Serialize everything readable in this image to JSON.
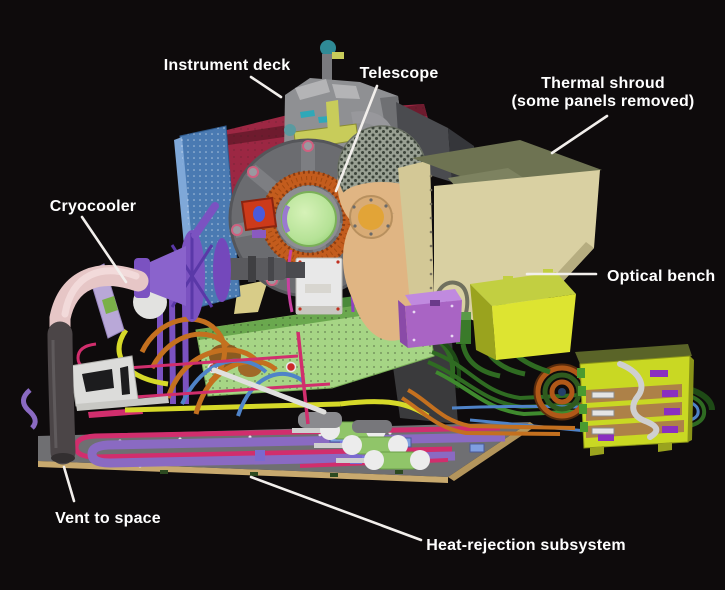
{
  "figure": {
    "description": "Cutaway CAD illustration of a cryogenically cooled space instrument assembly with callout labels",
    "background": "#0e0b0c"
  },
  "labels": {
    "instrument_deck": {
      "text": "Instrument deck"
    },
    "telescope": {
      "text": "Telescope"
    },
    "thermal_shroud": {
      "line1": "Thermal shroud",
      "line2": "(some panels removed)"
    },
    "cryocooler": {
      "text": "Cryocooler"
    },
    "optical_bench": {
      "text": "Optical bench"
    },
    "vent_to_space": {
      "text": "Vent to space"
    },
    "heat_rejection": {
      "text": "Heat-rejection subsystem"
    }
  },
  "colors": {
    "label_text": "#ffffff",
    "leader_line": "#f2efec",
    "background": "#0e0b0c",
    "thermal_shroud_face": "#d9d0a2",
    "thermal_shroud_top": "#6e7352",
    "optical_bench_front": "#dde431",
    "instrument_deck": "#8f9093",
    "crimson_panel": "#9c2743",
    "blue_panel": "#4a7ab2",
    "telescope_body": "#e0b583",
    "telescope_dome": "#99a093",
    "telescope_window": "#e2a437",
    "lens_green": "#b5e296",
    "copper_ring": "#c35c1d",
    "cryocooler_purple": "#7b52c1",
    "vent_pipe_pink": "#e6c6c6",
    "vent_dark": "#4b4547",
    "baseplate_gray": "#6f6f72",
    "baseplate_edge": "#c8a96e",
    "pipe_magenta": "#d12e6d",
    "pipe_purple": "#8a6ac2",
    "pipe_green": "#2f6b22",
    "pipe_orange": "#c4701f",
    "pipe_blue": "#4f83c8",
    "pipe_yellow": "#d6d929",
    "green_panel": "#a6d585",
    "electronics_box": "#c9d823",
    "electronics_slat": "#ad8148",
    "tank_green": "#90c569",
    "purple_box": "#a964c4",
    "white_parts": "#e8e8e8"
  }
}
